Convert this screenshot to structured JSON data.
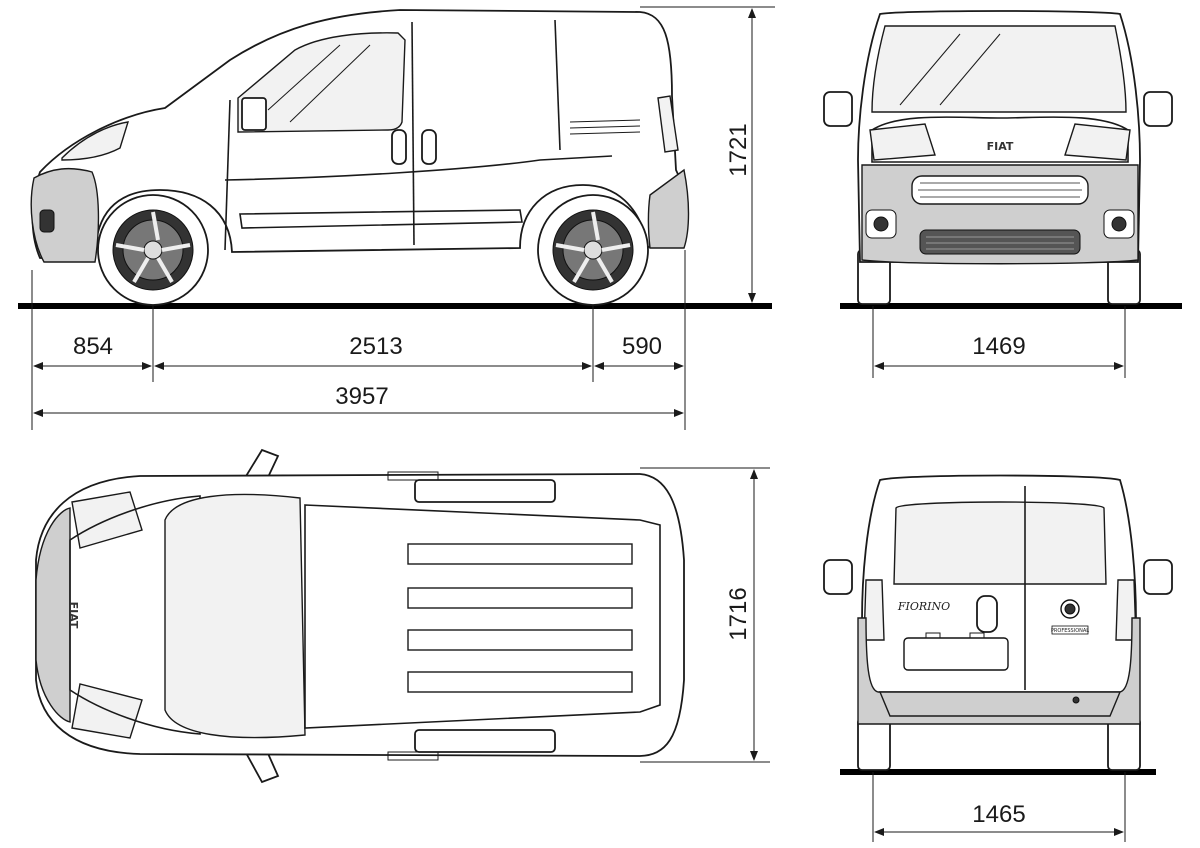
{
  "dimensions": {
    "front_overhang": "854",
    "wheelbase": "2513",
    "rear_overhang": "590",
    "overall_length": "3957",
    "height": "1721",
    "front_track": "1469",
    "width": "1716",
    "rear_track": "1465"
  },
  "badges": {
    "front_logo": "FIAT",
    "roof_logo": "FIAT",
    "rear_model": "FIORINO",
    "rear_sub": "PROFESSIONAL"
  },
  "colors": {
    "line": "#1a1a1a",
    "bumper_grey": "#cfcfcf",
    "ground": "#000000"
  }
}
